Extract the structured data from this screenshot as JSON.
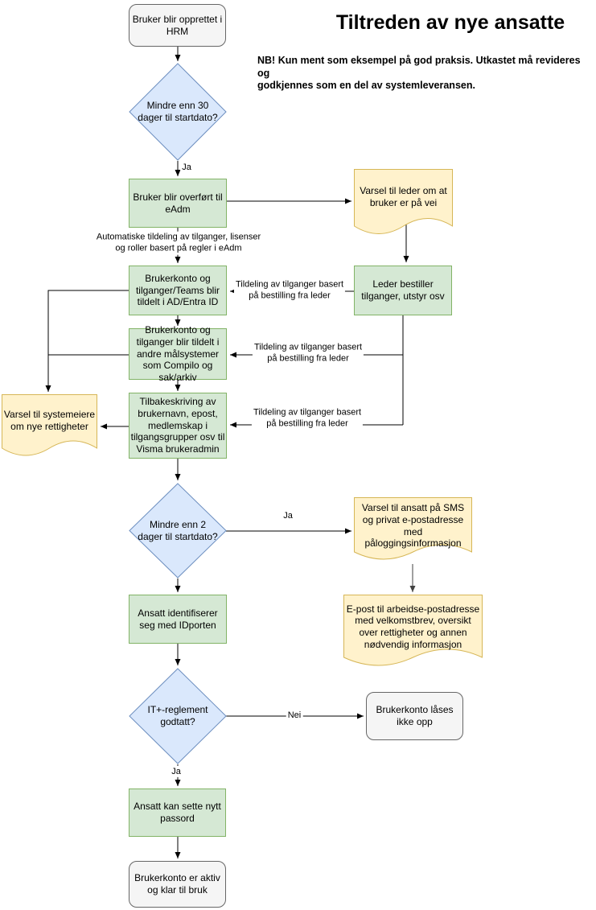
{
  "title": "Tiltreden av nye ansatte",
  "note": "NB! Kun ment som eksempel på god praksis. Utkastet må revideres og\ngodkjennes som en del av systemleveransen.",
  "colors": {
    "process_fill": "#d5e8d4",
    "process_stroke": "#82b366",
    "decision_fill": "#dae8fc",
    "decision_stroke": "#6c8ebf",
    "document_fill": "#fff2cc",
    "document_stroke": "#d6b656",
    "terminator_fill": "#f5f5f5",
    "terminator_stroke": "#666666",
    "edge_stroke": "#000000"
  },
  "nodes": {
    "start": {
      "type": "terminator",
      "label": "Bruker blir opprettet i HRM"
    },
    "decision_30days": {
      "type": "decision",
      "label": "Mindre enn 30 dager til startdato?"
    },
    "transfer_eadm": {
      "type": "process",
      "label": "Bruker blir overført til eAdm"
    },
    "doc_varsel_leder": {
      "type": "document",
      "label": "Varsel til leder om at bruker er på vei"
    },
    "ad_entra": {
      "type": "process",
      "label": "Brukerkonto og tilganger/Teams blir tildelt i AD/Entra ID"
    },
    "leder_bestiller": {
      "type": "process",
      "label": "Leder bestiller tilganger, utstyr osv"
    },
    "andre_malsystemer": {
      "type": "process",
      "label": "Brukerkonto og tilganger blir tildelt i andre målsystemer som Compilo og sak/arkiv"
    },
    "tilbakeskriving": {
      "type": "process",
      "label": "Tilbakeskriving av brukernavn, epost, medlemskap i tilgangsgrupper osv til Visma brukeradmin"
    },
    "doc_systemeiere": {
      "type": "document",
      "label": "Varsel til systemeiere om nye rettigheter"
    },
    "decision_2days": {
      "type": "decision",
      "label": "Mindre enn 2 dager til startdato?"
    },
    "doc_sms": {
      "type": "document",
      "label": "Varsel til ansatt på SMS og privat e-postadresse med påloggingsinformasjon"
    },
    "doc_epost": {
      "type": "document",
      "label": "E-post til arbeidse-postadresse med velkomstbrev, oversikt over rettigheter og annen nødvendig informasjon"
    },
    "idporten": {
      "type": "process",
      "label": "Ansatt identifiserer seg med IDporten"
    },
    "decision_reglement": {
      "type": "decision",
      "label": "IT+-reglement godtatt?"
    },
    "laases_ikke": {
      "type": "terminator",
      "label": "Brukerkonto låses ikke opp"
    },
    "nytt_passord": {
      "type": "process",
      "label": "Ansatt kan sette nytt passord"
    },
    "konto_aktiv": {
      "type": "terminator",
      "label": "Brukerkonto er aktiv og klar til bruk"
    }
  },
  "edge_labels": {
    "ja1": "Ja",
    "auto_tildeling": "Automatiske tildeling av tilganger, lisenser\nog roller basert på regler i eAdm",
    "tildeling1": "Tildeling av tilganger basert\npå bestilling fra leder",
    "tildeling2": "Tildeling av tilganger basert\npå bestilling fra leder",
    "tildeling3": "Tildeling av tilganger basert\npå bestilling fra leder",
    "ja2": "Ja",
    "nei": "Nei",
    "ja3": "Ja"
  },
  "edges": [
    "start -> decision_30days",
    "decision_30days -(Ja)-> transfer_eadm",
    "transfer_eadm -> doc_varsel_leder",
    "transfer_eadm -(Automatiske tildeling)-> ad_entra",
    "doc_varsel_leder -> leder_bestiller",
    "leder_bestiller -(Tildeling)-> ad_entra",
    "leder_bestiller -(Tildeling)-> andre_malsystemer",
    "leder_bestiller -(Tildeling)-> tilbakeskriving",
    "ad_entra -> andre_malsystemer",
    "ad_entra -> doc_systemeiere",
    "andre_malsystemer -> doc_systemeiere",
    "andre_malsystemer -> tilbakeskriving",
    "tilbakeskriving -> doc_systemeiere",
    "tilbakeskriving -> decision_2days",
    "decision_2days -(Ja)-> doc_sms",
    "decision_2days -> idporten",
    "doc_sms -> doc_epost",
    "idporten -> decision_reglement",
    "decision_reglement -(Nei)-> laases_ikke",
    "decision_reglement -(Ja)-> nytt_passord",
    "nytt_passord -> konto_aktiv"
  ]
}
